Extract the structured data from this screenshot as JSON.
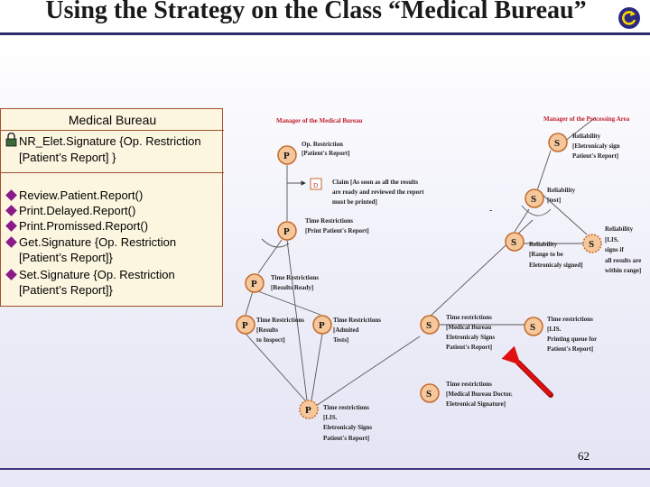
{
  "slide": {
    "title": "Using the Strategy on the Class “Medical Bureau”",
    "page_number": "62"
  },
  "class_box": {
    "name": "Medical Bureau",
    "attribute_line1": "NR_Elet.Signature {Op. Restriction",
    "attribute_line2": "[Patient’s Report] }",
    "operations": [
      "Review.Patient.Report()",
      "Print.Delayed.Report()",
      "Print.Promissed.Report()"
    ],
    "op4_line1": "Get.Signature {Op. Restriction",
    "op4_line2": "[Patient’s Report]}",
    "op5_line1": "Set.Signature {Op. Restriction",
    "op5_line2": "[Patient’s Report]}"
  },
  "diagram": {
    "header_left": "Manager of the Medical Bureau",
    "header_right": "Manager of the Processing Area",
    "p_label": "P",
    "s_label": "S",
    "d_label": "D",
    "dash": "-",
    "n1": [
      "Op. Restriction",
      "[Patient's Report]"
    ],
    "claim": [
      "Claim [As soon as all the results",
      "are ready and reviewed the report",
      "must be printed]"
    ],
    "n2": [
      "Time Restrictions",
      "[Print Patient's Report]"
    ],
    "n3": [
      "Time Restrictions",
      "[Results Ready]"
    ],
    "n4": [
      "Time Restrictions",
      "[Results",
      "to Inspect]"
    ],
    "n5": [
      "Time Restrictions",
      "[Admited",
      "Tests]"
    ],
    "n6": [
      "Time restrictions",
      "[LIS.",
      "Eletronicaly Signs",
      "Patient's Report]"
    ],
    "s1": [
      "Reliability",
      "[Eletronicaly sign",
      "Patient's Report]"
    ],
    "s2": [
      "Reliability",
      "[test]"
    ],
    "s3": [
      "Reliability",
      "[Range to be",
      "Eletronicaly signed]"
    ],
    "s4": [
      "Reliability",
      "[LIS.",
      "signs if",
      "all results are",
      "within range]"
    ],
    "s5": [
      "Time restrictions",
      "[Medical Bureau",
      "Eletronicaly Signs",
      "Patient's Report]"
    ],
    "s6": [
      "Time restrictions",
      "[LIS.",
      "Printing queue for",
      "Patient's Report]"
    ],
    "s7": [
      "Time restrictions",
      "[Medical Bureau Doctor.",
      "Eletronical Signature]"
    ]
  },
  "colors": {
    "node_fill": "#f6c79a",
    "node_stroke": "#c46a2a",
    "arrow": "#e01010",
    "header_text": "#c0202a"
  }
}
